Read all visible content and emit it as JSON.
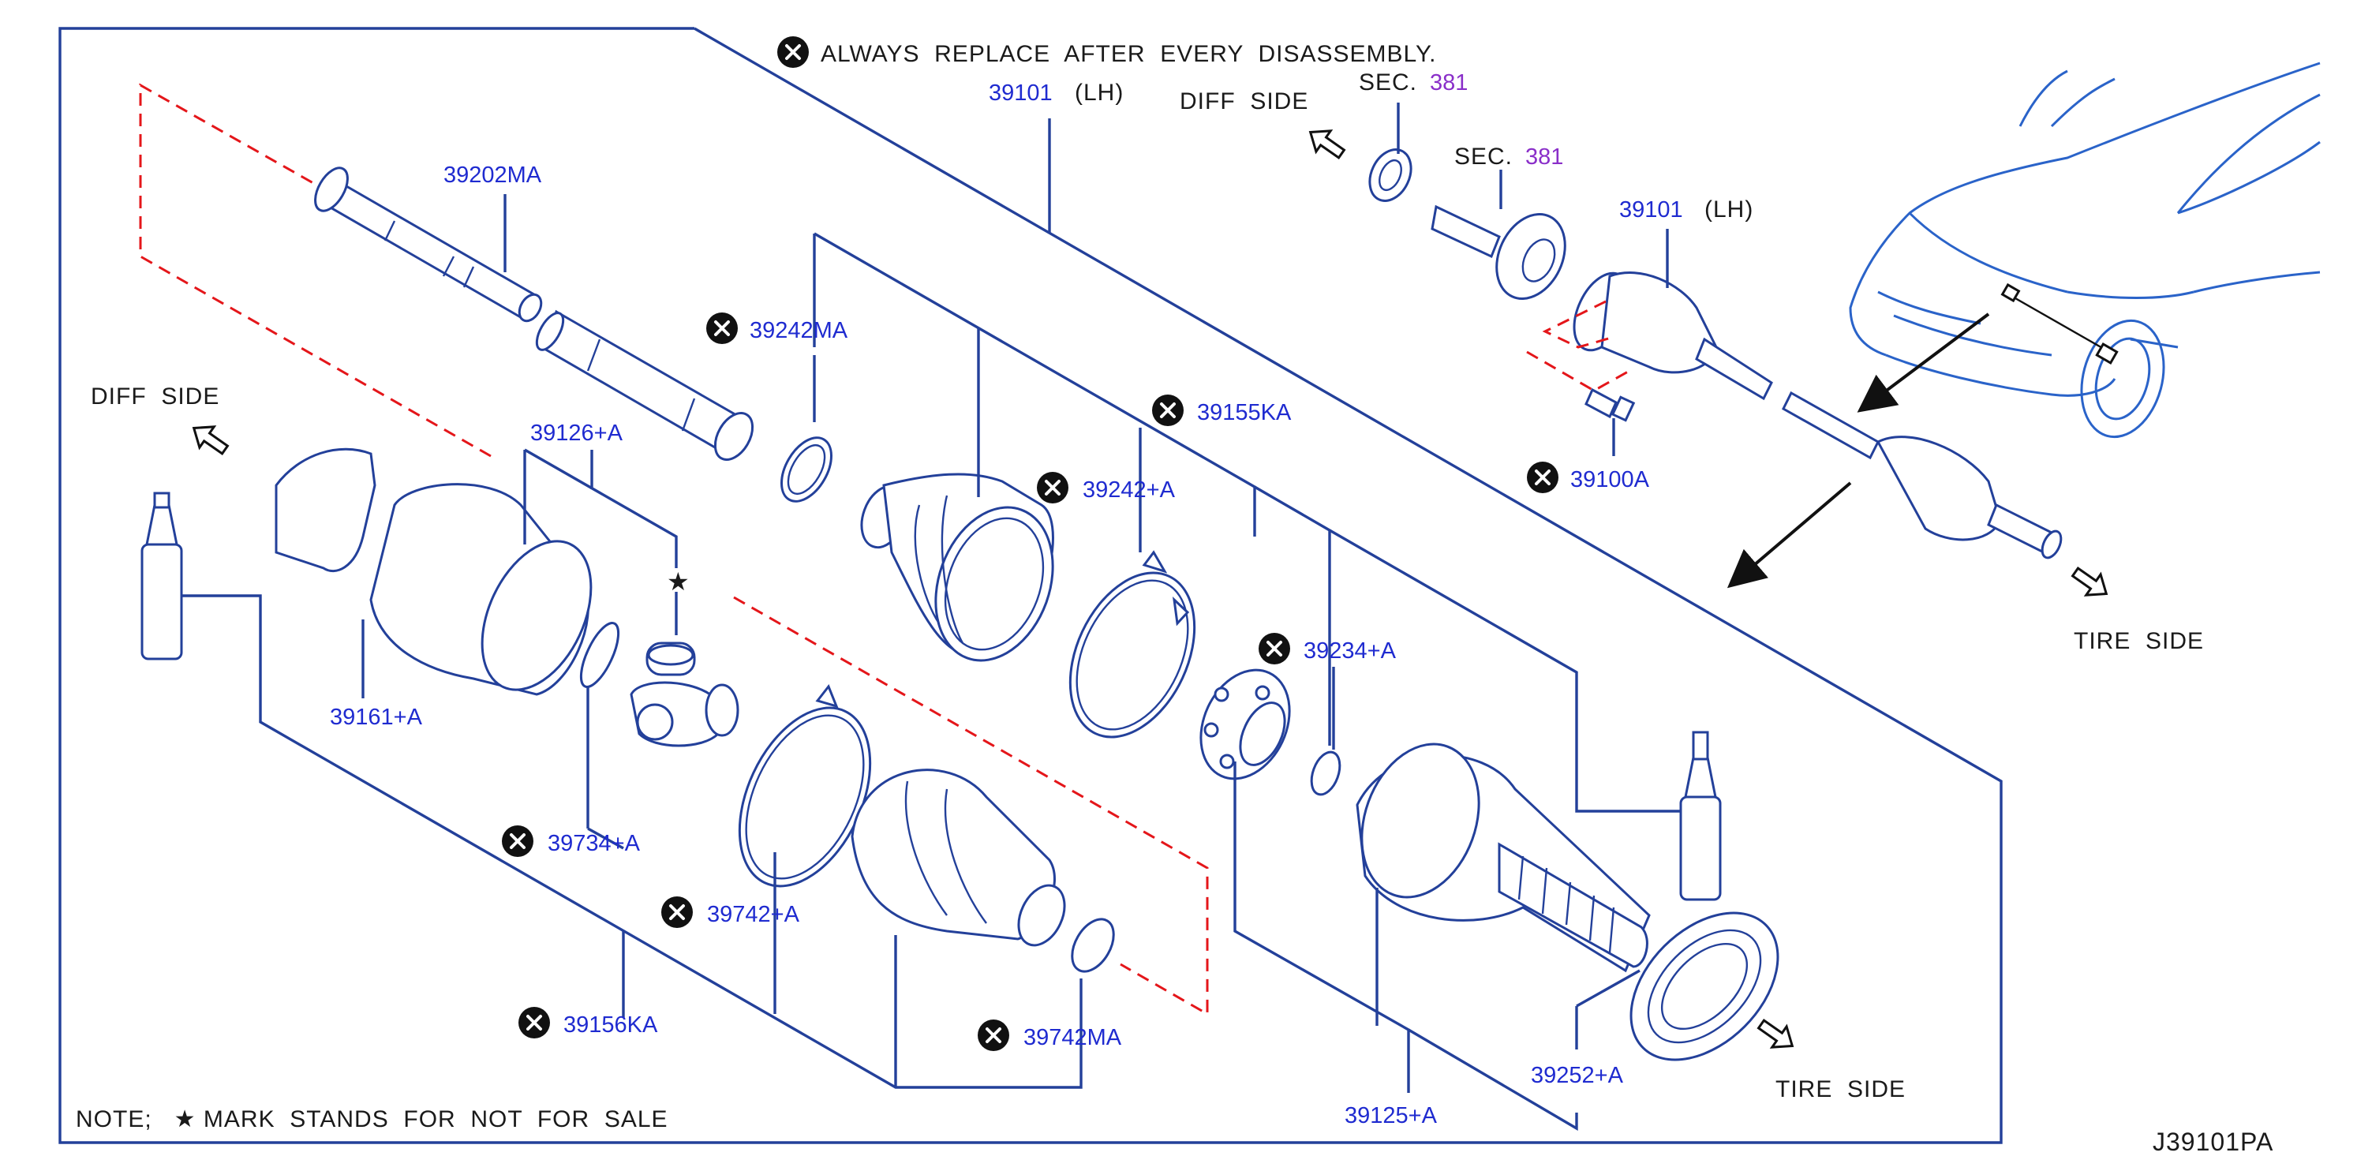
{
  "header": {
    "notice": "ALWAYS  REPLACE  AFTER  EVERY  DISASSEMBLY."
  },
  "notes": {
    "star_note": "NOTE;   ★ MARK  STANDS  FOR  NOT  FOR  SALE",
    "star_mark": "★",
    "diagram_code": "J39101PA"
  },
  "directions": {
    "diff_side_left": "DIFF  SIDE",
    "diff_side_top": "DIFF  SIDE",
    "tire_side_right": "TIRE  SIDE",
    "tire_side_bottom": "TIRE  SIDE"
  },
  "sections": {
    "sec1_label": "SEC.",
    "sec1_number": "381",
    "sec2_label": "SEC.",
    "sec2_number": "381"
  },
  "parts": {
    "p39101_main": "39101",
    "p39101_main_suffix": "(LH)",
    "p39101_small": "39101",
    "p39101_small_suffix": "(LH)",
    "p39202MA": "39202MA",
    "p39242MA": "39242MA",
    "p39155KA": "39155KA",
    "p39242A": "39242+A",
    "p39126A": "39126+A",
    "p39234A": "39234+A",
    "p39161A": "39161+A",
    "p39734A": "39734+A",
    "p39742A": "39742+A",
    "p39156KA": "39156KA",
    "p39742MA": "39742MA",
    "p39125A": "39125+A",
    "p39252A": "39252+A",
    "p39100A": "39100A"
  },
  "colors": {
    "part_number_blue": "#1f2bd0",
    "section_purple": "#8a2fc9",
    "leader_line_blue": "#23409a",
    "hidden_line_red": "#e4161a",
    "car_outline_blue": "#2a63c9",
    "text_black": "#1a1a1a"
  },
  "icons": {
    "replace_marker": "x-circle-icon",
    "direction_marker": "hollow-arrow-icon"
  }
}
